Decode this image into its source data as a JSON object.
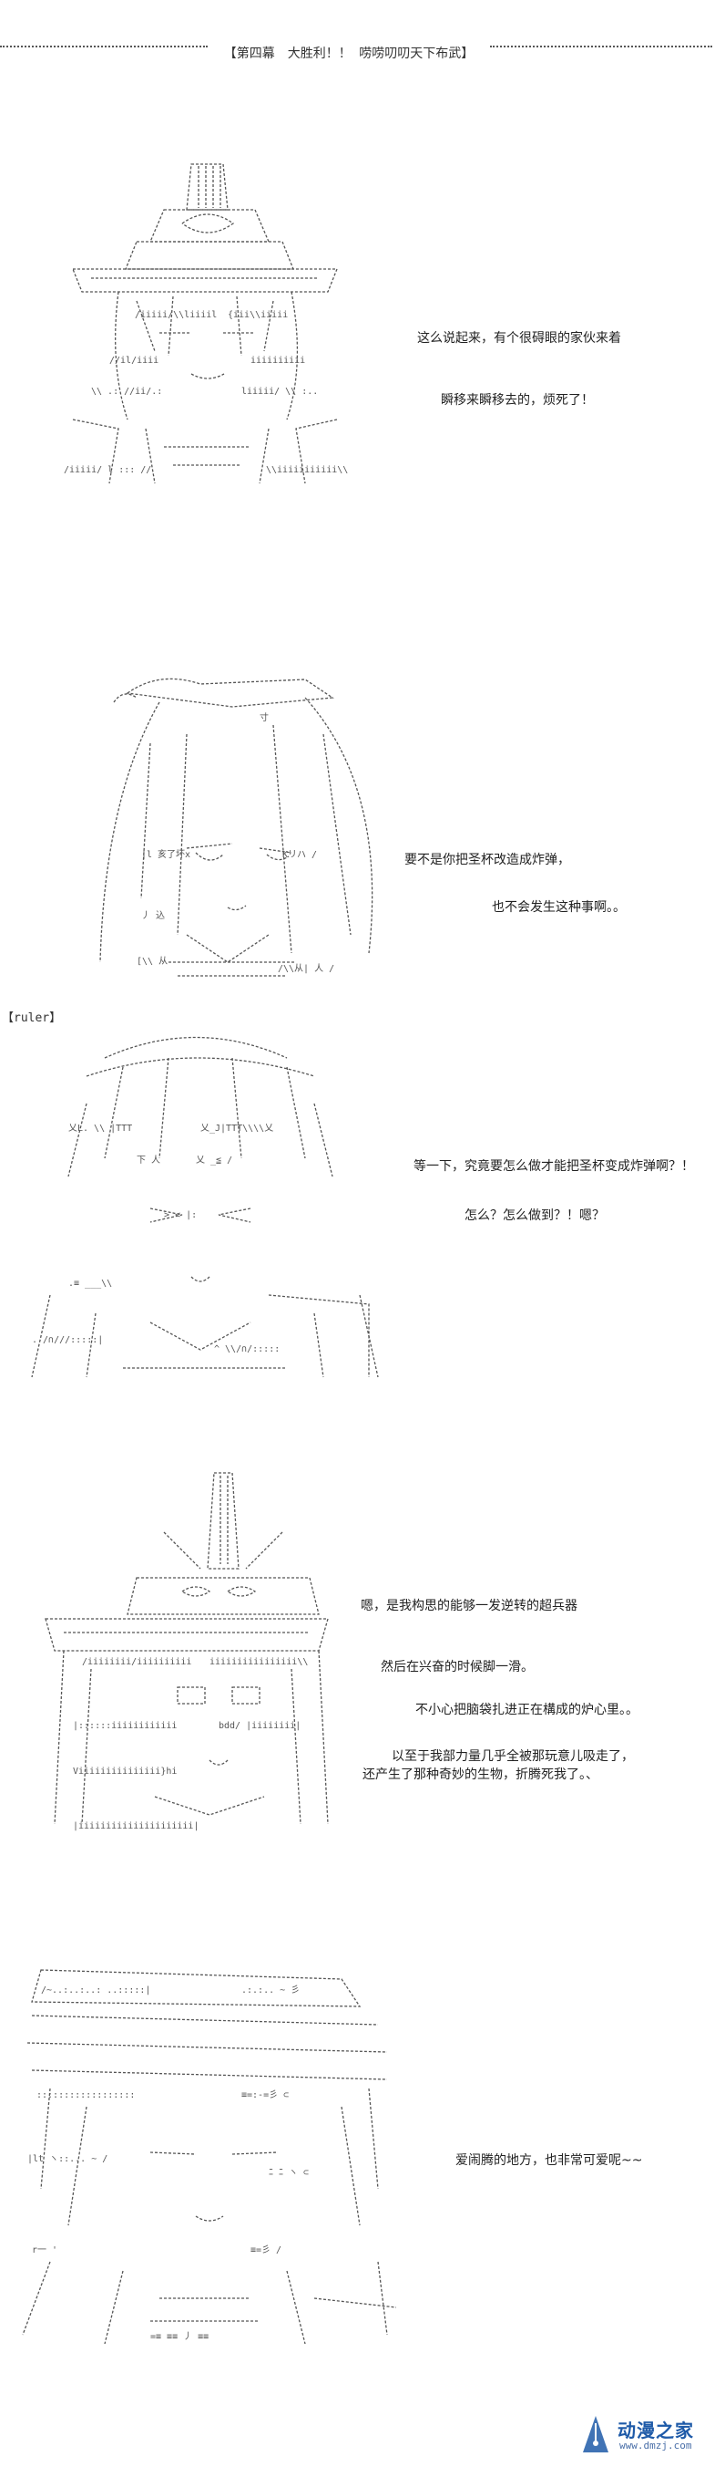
{
  "header": {
    "title": "【第四幕　大胜利！！ 唠唠叨叨天下布武】"
  },
  "panels": [
    {
      "lines": [
        "这么说起来，有个很碍眼的家伙来着",
        "瞬移来瞬移去的，烦死了！"
      ]
    },
    {
      "lines": [
        "要不是你把圣杯改造成炸弹，",
        "也不会发生这种事啊。。"
      ]
    },
    {
      "label": "【ruler】",
      "lines": [
        "等一下，究竟要怎么做才能把圣杯变成炸弹啊？！",
        "怎么？怎么做到？！嗯？"
      ]
    },
    {
      "lines": [
        "嗯，是我构思的能够一发逆转的超兵器",
        "然后在兴奋的时候脚一滑。",
        "不小心把脑袋扎进正在構成的炉心里。。",
        "以至于我部力量几乎全被那玩意儿吸走了，",
        "还产生了那种奇妙的生物，折腾死我了。、"
      ]
    },
    {
      "lines": [
        "爱闹腾的地方，也非常可爱呢~~"
      ]
    }
  ],
  "watermark": {
    "brand": "动漫之家",
    "url": "www.dmzj.com",
    "icon": "pen-nib-logo-icon",
    "color": "#1e5aa8"
  }
}
